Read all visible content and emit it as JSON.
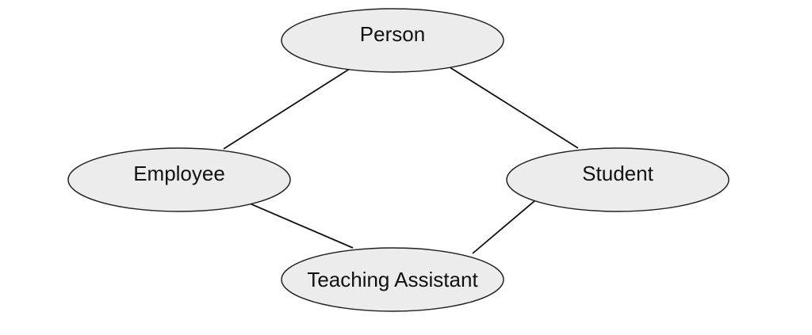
{
  "diagram": {
    "nodes": [
      {
        "id": "person",
        "label": "Person"
      },
      {
        "id": "employee",
        "label": "Employee"
      },
      {
        "id": "student",
        "label": "Student"
      },
      {
        "id": "teaching_assistant",
        "label": "Teaching Assistant"
      }
    ],
    "edges": [
      {
        "from": "employee",
        "to": "person"
      },
      {
        "from": "student",
        "to": "person"
      },
      {
        "from": "teaching_assistant",
        "to": "employee"
      },
      {
        "from": "teaching_assistant",
        "to": "student"
      }
    ],
    "colors": {
      "node_fill": "#ececec",
      "node_stroke": "#222222",
      "edge": "#111111"
    }
  }
}
